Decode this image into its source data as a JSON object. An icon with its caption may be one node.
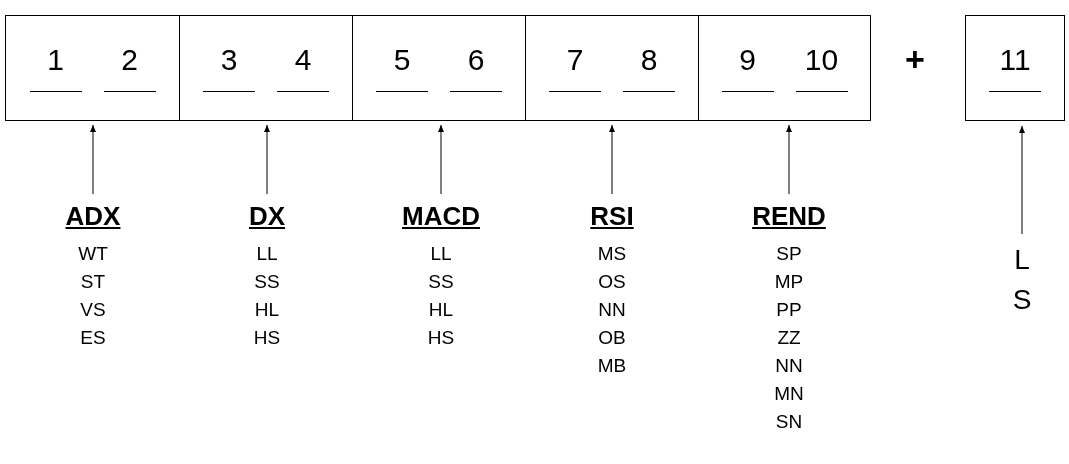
{
  "diagram": {
    "nodes": [
      {
        "text": [],
        "shape": "box"
      },
      {
        "text": [
          "1",
          "2"
        ],
        "in": 0
      },
      {
        "text": [
          "3",
          "4"
        ],
        "in": 0
      },
      {
        "text": [
          "5",
          "6"
        ],
        "in": 0
      },
      {
        "text": [
          "7",
          "8"
        ],
        "in": 0
      },
      {
        "text": [
          "9",
          "10"
        ],
        "in": 0
      },
      {
        "text": [
          "11"
        ]
      },
      {
        "text": [
          "ADX",
          "WT",
          "ST",
          "VS",
          "ES"
        ]
      },
      {
        "text": [
          "DX",
          "LL",
          "SS",
          "HL",
          "HS"
        ]
      },
      {
        "text": [
          "MACD",
          "LL",
          "SS",
          "HL",
          "HS"
        ]
      },
      {
        "text": [
          "RSI",
          "MS",
          "OS",
          "NN",
          "OB",
          "MB"
        ]
      },
      {
        "text": [
          "REND",
          "SP",
          "MP",
          "PP",
          "ZZ",
          "NN",
          "MN",
          "SN"
        ]
      },
      {
        "text": [
          "L",
          "S"
        ]
      }
    ],
    "edges": [
      {
        "from": 7,
        "to": 1,
        "arrow": "to"
      },
      {
        "from": 8,
        "to": 2,
        "arrow": "to"
      },
      {
        "from": 9,
        "to": 3,
        "arrow": "to"
      },
      {
        "from": 10,
        "to": 4,
        "arrow": "to"
      },
      {
        "from": 11,
        "to": 5,
        "arrow": "to"
      },
      {
        "from": 12,
        "to": 6,
        "arrow": "to"
      }
    ],
    "labels": [
      "+"
    ]
  }
}
